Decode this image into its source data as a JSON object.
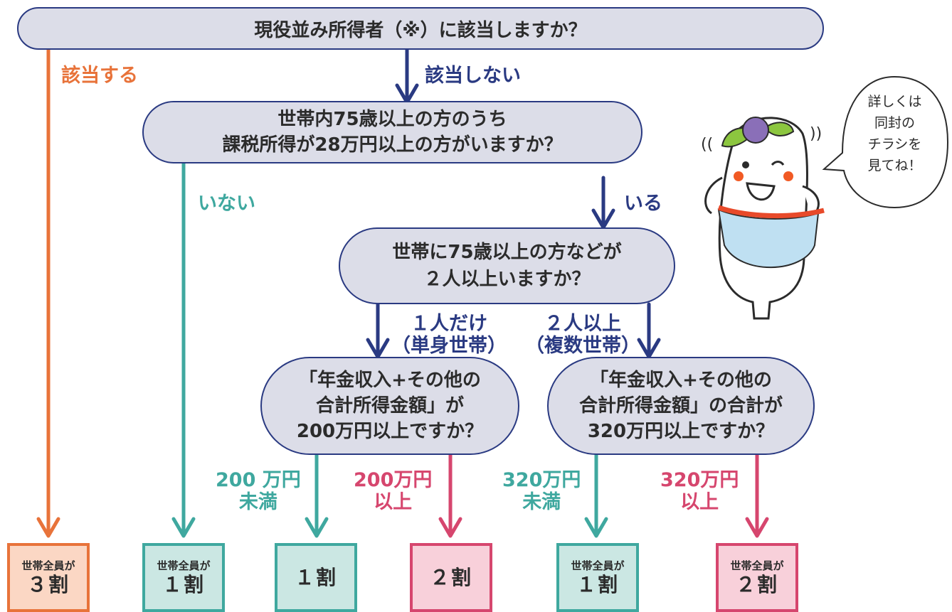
{
  "questions": {
    "q1": "現役並み所得者（※）に該当しますか？",
    "q2": "世帯内75歳以上の方のうち\n課税所得が28万円以上の方がいますか？",
    "q3": "世帯に75歳以上の方などが\n２人以上いますか？",
    "q4": "「年金収入+その他の\n合計所得金額」が\n200万円以上ですか？",
    "q5": "「年金収入+その他の\n合計所得金額」の合計が\n320万円以上ですか？"
  },
  "labels": {
    "applies": "該当する",
    "not_applies": "該当しない",
    "none": "いない",
    "some": "いる",
    "single": "１人だけ\n（単身世帯）",
    "multiple": "２人以上\n（複数世帯）",
    "under_200": "200 万円\n未満",
    "over_200": "200万円\n以上",
    "under_320": "320万円\n未満",
    "over_320": "320万円\n以上"
  },
  "results": [
    {
      "prefix": "世帯全員が",
      "value": "３割"
    },
    {
      "prefix": "世帯全員が",
      "value": "１割"
    },
    {
      "prefix": "",
      "value": "１割"
    },
    {
      "prefix": "",
      "value": "２割"
    },
    {
      "prefix": "世帯全員が",
      "value": "１割"
    },
    {
      "prefix": "世帯全員が",
      "value": "２割"
    }
  ],
  "mascot": {
    "speech": "詳しくは\n同封の\nチラシを\n見てね！"
  },
  "colors": {
    "navy": "#2a3a82",
    "orange": "#e8733a",
    "teal": "#3fa89f",
    "pink": "#d6466e",
    "question_fill": "#dcdde8"
  }
}
